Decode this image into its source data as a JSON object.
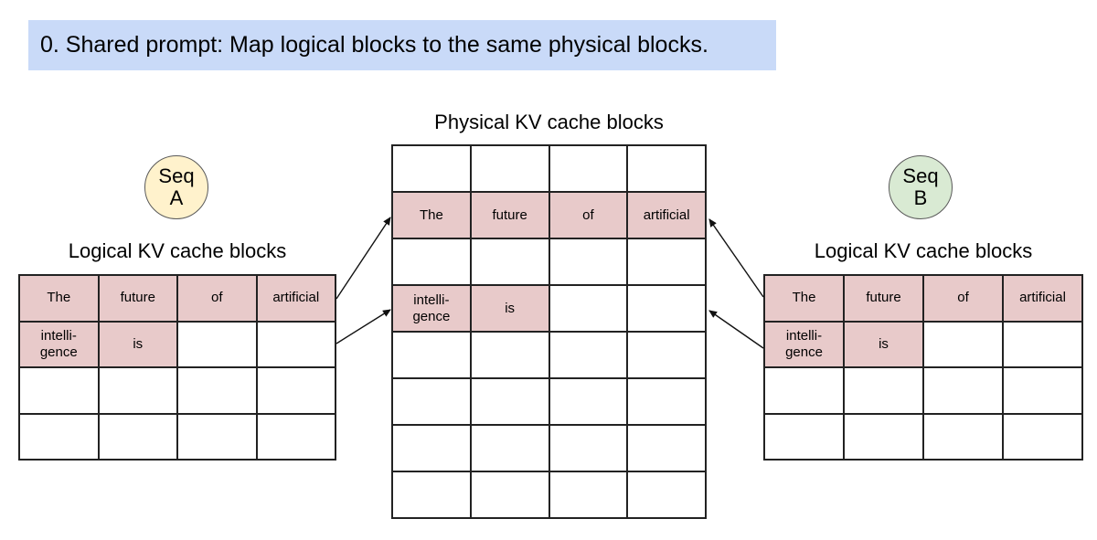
{
  "banner": {
    "text": "0. Shared prompt: Map logical blocks to the same physical blocks."
  },
  "colors": {
    "banner_bg": "#c9daf8",
    "highlight_cell": "#e8caca",
    "seq_a_bg": "#fff2cc",
    "seq_b_bg": "#d9ead3",
    "table_border": "#222222",
    "arrow": "#111111"
  },
  "physical_table": {
    "title": "Physical KV cache blocks",
    "cols": 4,
    "rows": [
      [
        "",
        "",
        "",
        ""
      ],
      [
        "The",
        "future",
        "of",
        "artificial"
      ],
      [
        "",
        "",
        "",
        ""
      ],
      [
        "intelli-\ngence",
        "is",
        "",
        ""
      ],
      [
        "",
        "",
        "",
        ""
      ],
      [
        "",
        "",
        "",
        ""
      ],
      [
        "",
        "",
        "",
        ""
      ],
      [
        "",
        "",
        "",
        ""
      ]
    ],
    "filled": [
      [],
      [
        0,
        1,
        2,
        3
      ],
      [],
      [
        0,
        1
      ],
      [],
      [],
      [],
      []
    ]
  },
  "seq_a": {
    "badge": {
      "line1": "Seq",
      "line2": "A"
    },
    "title": "Logical KV cache blocks",
    "cols": 4,
    "rows": [
      [
        "The",
        "future",
        "of",
        "artificial"
      ],
      [
        "intelli-\ngence",
        "is",
        "",
        ""
      ],
      [
        "",
        "",
        "",
        ""
      ],
      [
        "",
        "",
        "",
        ""
      ]
    ],
    "filled": [
      [
        0,
        1,
        2,
        3
      ],
      [
        0,
        1
      ],
      [],
      []
    ]
  },
  "seq_b": {
    "badge": {
      "line1": "Seq",
      "line2": "B"
    },
    "title": "Logical KV cache blocks",
    "cols": 4,
    "rows": [
      [
        "The",
        "future",
        "of",
        "artificial"
      ],
      [
        "intelli-\ngence",
        "is",
        "",
        ""
      ],
      [
        "",
        "",
        "",
        ""
      ],
      [
        "",
        "",
        "",
        ""
      ]
    ],
    "filled": [
      [
        0,
        1,
        2,
        3
      ],
      [
        0,
        1
      ],
      [],
      []
    ]
  }
}
